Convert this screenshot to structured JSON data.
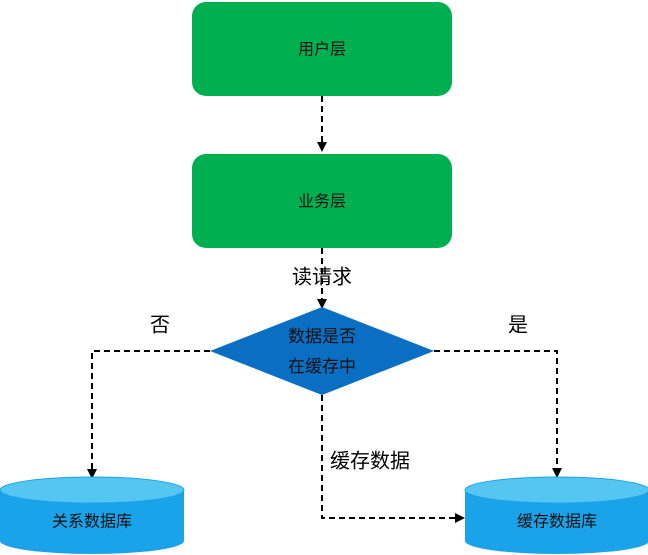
{
  "nodes": {
    "user_layer": "用户层",
    "business_layer": "业务层",
    "decision_line1": "数据是否",
    "decision_line2": "在缓存中",
    "relational_db": "关系数据库",
    "cache_db": "缓存数据库"
  },
  "edge_labels": {
    "read_request": "读请求",
    "no": "否",
    "yes": "是",
    "cache_data": "缓存数据"
  },
  "colors": {
    "process_fill": "#00b050",
    "decision_fill": "#0a6fc2",
    "database_body": "#1aa3e8",
    "database_top": "#55c6f2",
    "connector": "#000000"
  }
}
